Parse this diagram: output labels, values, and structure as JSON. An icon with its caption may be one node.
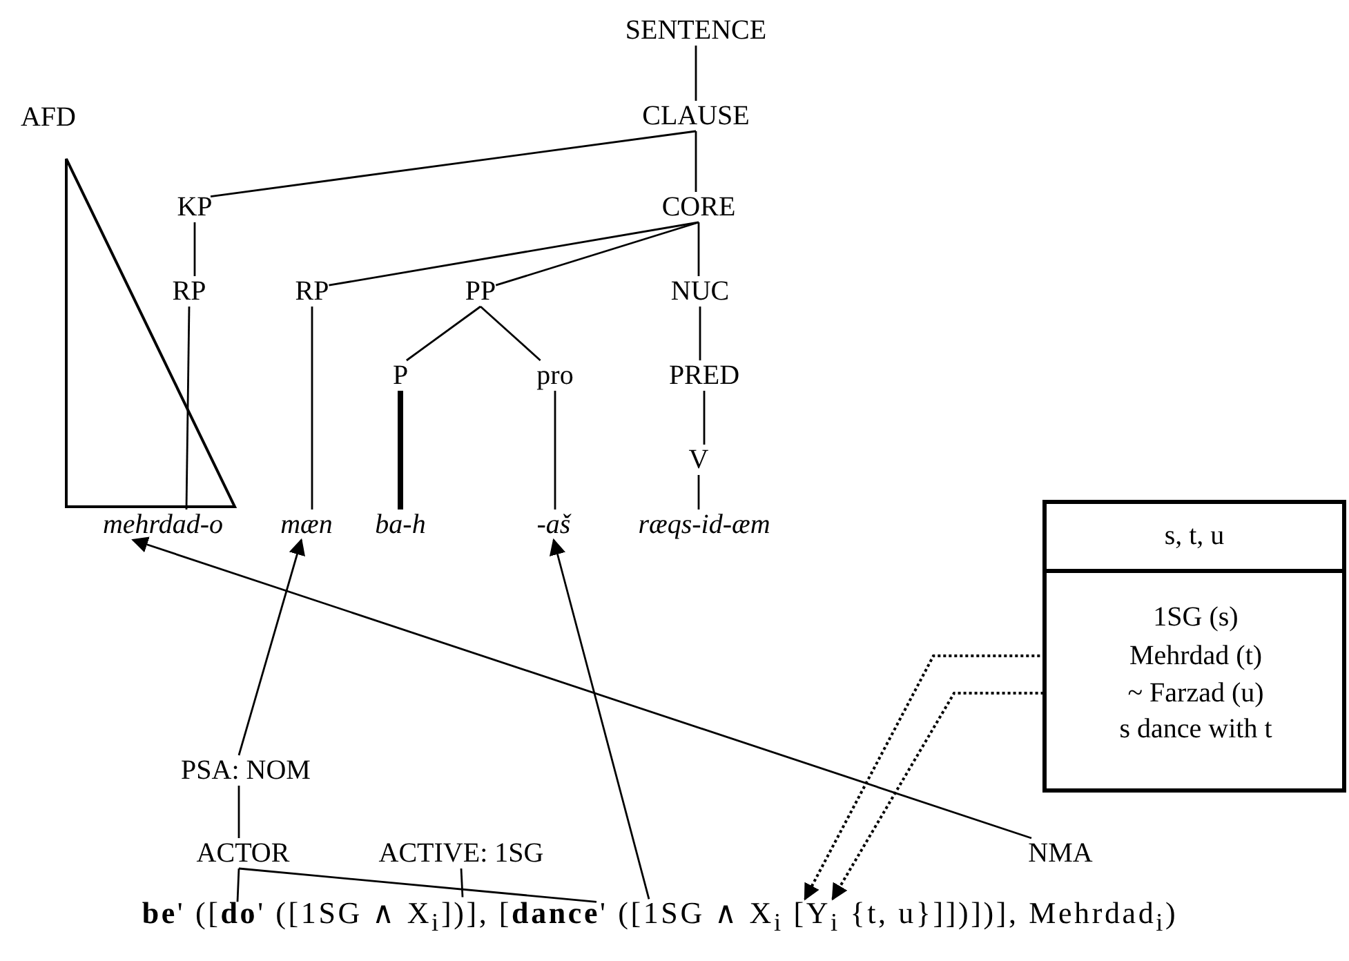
{
  "diagram": {
    "nodes": [
      {
        "text": [
          "SENTENCE"
        ]
      },
      {
        "text": [
          "CLAUSE"
        ]
      },
      {
        "text": [
          "KP"
        ]
      },
      {
        "text": [
          "CORE"
        ]
      },
      {
        "text": [
          "RP"
        ]
      },
      {
        "text": [
          "RP"
        ]
      },
      {
        "text": [
          "PP"
        ]
      },
      {
        "text": [
          "NUC"
        ]
      },
      {
        "text": [
          "P"
        ]
      },
      {
        "text": [
          "pro"
        ]
      },
      {
        "text": [
          "PRED"
        ]
      },
      {
        "text": [
          "V"
        ]
      },
      {
        "text": [
          "mehrdad-o"
        ]
      },
      {
        "text": [
          "mæn"
        ]
      },
      {
        "text": [
          "ba-h"
        ]
      },
      {
        "text": [
          "-aš"
        ]
      },
      {
        "text": [
          "ræqs-id-æm"
        ]
      },
      {
        "text": [
          "s, t, u"
        ]
      },
      {
        "text": [
          "1SG (s)"
        ],
        "in": 17
      },
      {
        "text": [
          "Mehrdad (t)"
        ],
        "in": 17
      },
      {
        "text": [
          "~ Farzad (u)"
        ],
        "in": 17
      },
      {
        "text": [
          "s dance with t"
        ],
        "in": 17
      },
      {
        "text": [
          "PSA: NOM"
        ]
      },
      {
        "text": [
          "ACTOR"
        ]
      },
      {
        "text": [
          "ACTIVE: 1SG"
        ]
      },
      {
        "text": [
          "NMA"
        ]
      },
      {
        "text": [
          "**be**' ([**do**' ([1SG ∧ X$_{i}$])], [**dance**' ([1SG ∧ X$_{i}$ [Y$_{i}$ {t, u}]])])], Mehrdad$_{i}$)"
        ]
      }
    ],
    "edges": [
      {
        "from": 0,
        "to": 1,
        "arrow": "none"
      },
      {
        "from": 1,
        "to": 2,
        "arrow": "none"
      },
      {
        "from": 1,
        "to": 3,
        "arrow": "none"
      },
      {
        "from": 2,
        "to": 4,
        "arrow": "none"
      },
      {
        "from": 3,
        "to": 5,
        "arrow": "none"
      },
      {
        "from": 3,
        "to": 6,
        "arrow": "none"
      },
      {
        "from": 3,
        "to": 7,
        "arrow": "none"
      },
      {
        "from": 6,
        "to": 8,
        "arrow": "none"
      },
      {
        "from": 6,
        "to": 9,
        "arrow": "none"
      },
      {
        "from": 7,
        "to": 10,
        "arrow": "none"
      },
      {
        "from": 10,
        "to": 11,
        "arrow": "none"
      },
      {
        "from": 4,
        "to": 12,
        "arrow": "none"
      },
      {
        "from": 5,
        "to": 13,
        "arrow": "none"
      },
      {
        "from": 8,
        "to": 14,
        "arrow": "none",
        "style": "thick"
      },
      {
        "from": 9,
        "to": 15,
        "arrow": "none"
      },
      {
        "from": 11,
        "to": 16,
        "arrow": "none"
      },
      {
        "from": 22,
        "to": 13,
        "arrow": "to"
      },
      {
        "from": 22,
        "to": 23,
        "arrow": "none"
      },
      {
        "from": 23,
        "to": 26,
        "arrow": "none"
      },
      {
        "from": 23,
        "to": 26,
        "arrow": "none"
      },
      {
        "from": 24,
        "to": 26,
        "arrow": "none"
      },
      {
        "from": 26,
        "to": 15,
        "arrow": "to"
      },
      {
        "from": 25,
        "to": 12,
        "arrow": "to"
      },
      {
        "from": 19,
        "to": 26,
        "arrow": "to",
        "style": "dashed"
      },
      {
        "from": 20,
        "to": 26,
        "arrow": "to",
        "style": "dashed"
      }
    ],
    "labels": [
      "AFD"
    ]
  }
}
